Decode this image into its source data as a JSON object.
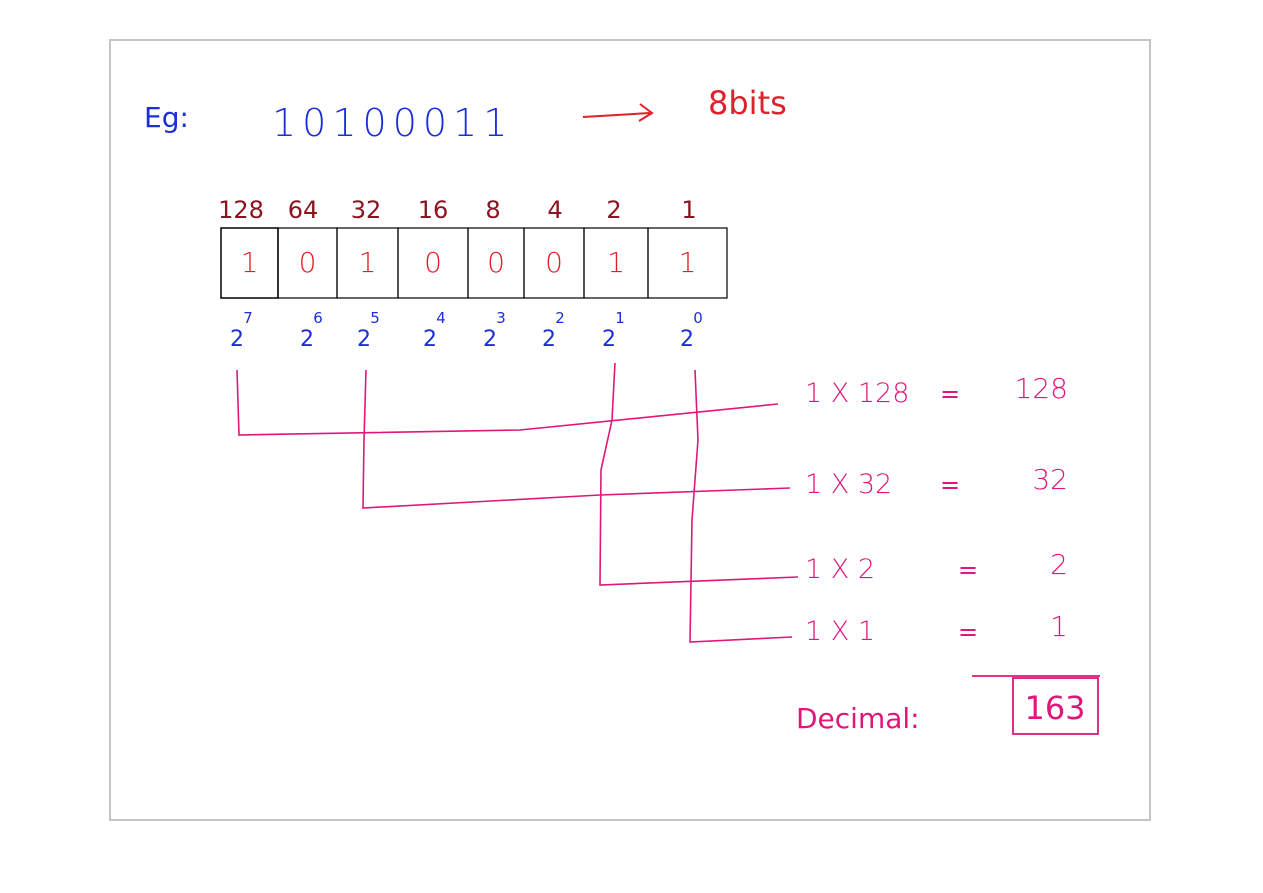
{
  "example": {
    "label": "Eg:",
    "binary": "10100011",
    "bits_label": "8bits"
  },
  "weights": [
    "128",
    "64",
    "32",
    "16",
    "8",
    "4",
    "2",
    "1"
  ],
  "bits": [
    "1",
    "0",
    "1",
    "0",
    "0",
    "0",
    "1",
    "1"
  ],
  "powers": [
    {
      "base": "2",
      "exp": "7"
    },
    {
      "base": "2",
      "exp": "6"
    },
    {
      "base": "2",
      "exp": "5"
    },
    {
      "base": "2",
      "exp": "4"
    },
    {
      "base": "2",
      "exp": "3"
    },
    {
      "base": "2",
      "exp": "2"
    },
    {
      "base": "2",
      "exp": "1"
    },
    {
      "base": "2",
      "exp": "0"
    }
  ],
  "terms": [
    {
      "expr": "1 X 128",
      "eq": "=",
      "result": "128"
    },
    {
      "expr": "1 X 32",
      "eq": "=",
      "result": "32"
    },
    {
      "expr": "1 X 2",
      "eq": "=",
      "result": "2"
    },
    {
      "expr": "1 X 1",
      "eq": "=",
      "result": "1"
    }
  ],
  "decimal": {
    "label": "Decimal:",
    "value": "163"
  },
  "colors": {
    "blue": "#1c2fd6",
    "red": "#e0202a",
    "maroon": "#8b1420",
    "magenta": "#e0177a",
    "border": "#c4c4c4"
  }
}
